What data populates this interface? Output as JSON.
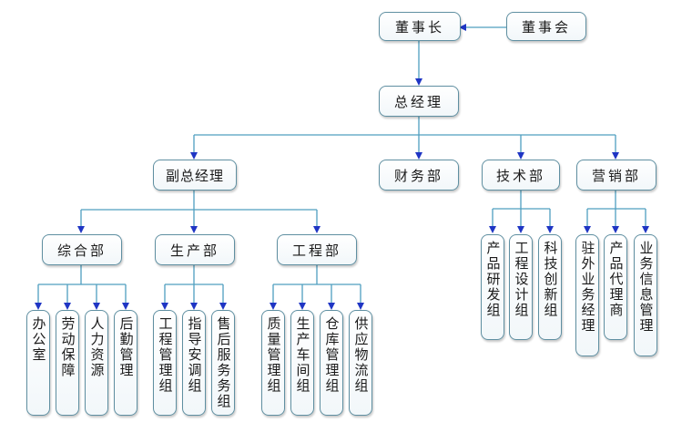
{
  "nodes": {
    "chairman": "董事长",
    "board": "董事会",
    "general_manager": "总经理",
    "deputy_gm": "副总经理",
    "finance": "财务部",
    "technology": "技术部",
    "marketing": "营销部",
    "general_affairs": "综合部",
    "production": "生产部",
    "engineering": "工程部",
    "office": "办公室",
    "labor_protection": "劳动保障",
    "hr": "人力资源",
    "logistics": "后勤管理",
    "eng_mgmt_group": "工程管理组",
    "guidance_group": "指导安调组",
    "after_sales_group": "售后服务务组",
    "quality_group": "质量管理组",
    "workshop_group": "生产车间组",
    "warehouse_group": "仓库管理组",
    "supply_group": "供应物流组",
    "product_rd_group": "产品研发组",
    "eng_design_group": "工程设计组",
    "innovation_group": "科技创新组",
    "field_manager": "驻外业务经理",
    "agent": "产品代理商",
    "biz_info": "业务信息管理"
  },
  "colors": {
    "line": "#4f9fbf",
    "arrow": "#1f35c4",
    "border": "#5f8fa1"
  }
}
